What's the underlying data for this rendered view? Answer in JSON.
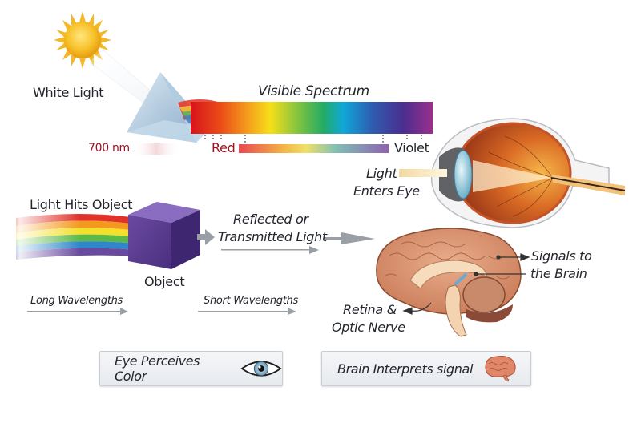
{
  "diagram": {
    "title": "Visible Spectrum",
    "source": {
      "label": "White Light",
      "icon": "sun-icon"
    },
    "prism": {
      "icon": "prism-icon"
    },
    "spectrum": {
      "title": "Visible Spectrum",
      "left_wavelength": "700 nm",
      "left_color_label": "Red",
      "right_color_label": "Violet",
      "colors": [
        "#d7141c",
        "#f06a12",
        "#f7a21b",
        "#f6de1a",
        "#8cc63f",
        "#2db24a",
        "#10a8d8",
        "#2e5cb0",
        "#4b2e8f",
        "#8e2f8f"
      ]
    },
    "eye": {
      "label_line1": "Light",
      "label_line2": "Enters Eye",
      "icon": "eye-cross-section-icon"
    },
    "object_section": {
      "heading": "Light Hits Object",
      "object_label": "Object",
      "reflected_line1": "Reflected or",
      "reflected_line2": "Transmitted Light",
      "long_wavelengths": "Long Wavelengths",
      "short_wavelengths": "Short Wavelengths"
    },
    "brain": {
      "signals_line1": "Signals to",
      "signals_line2": "the Brain",
      "retina_line1": "Retina &",
      "retina_line2": "Optic Nerve",
      "icon": "brain-cross-section-icon"
    },
    "buttons": [
      {
        "label": "Eye Perceives Color",
        "icon": "eye-icon"
      },
      {
        "label": "Brain Interprets signal",
        "icon": "brain-icon"
      }
    ]
  }
}
